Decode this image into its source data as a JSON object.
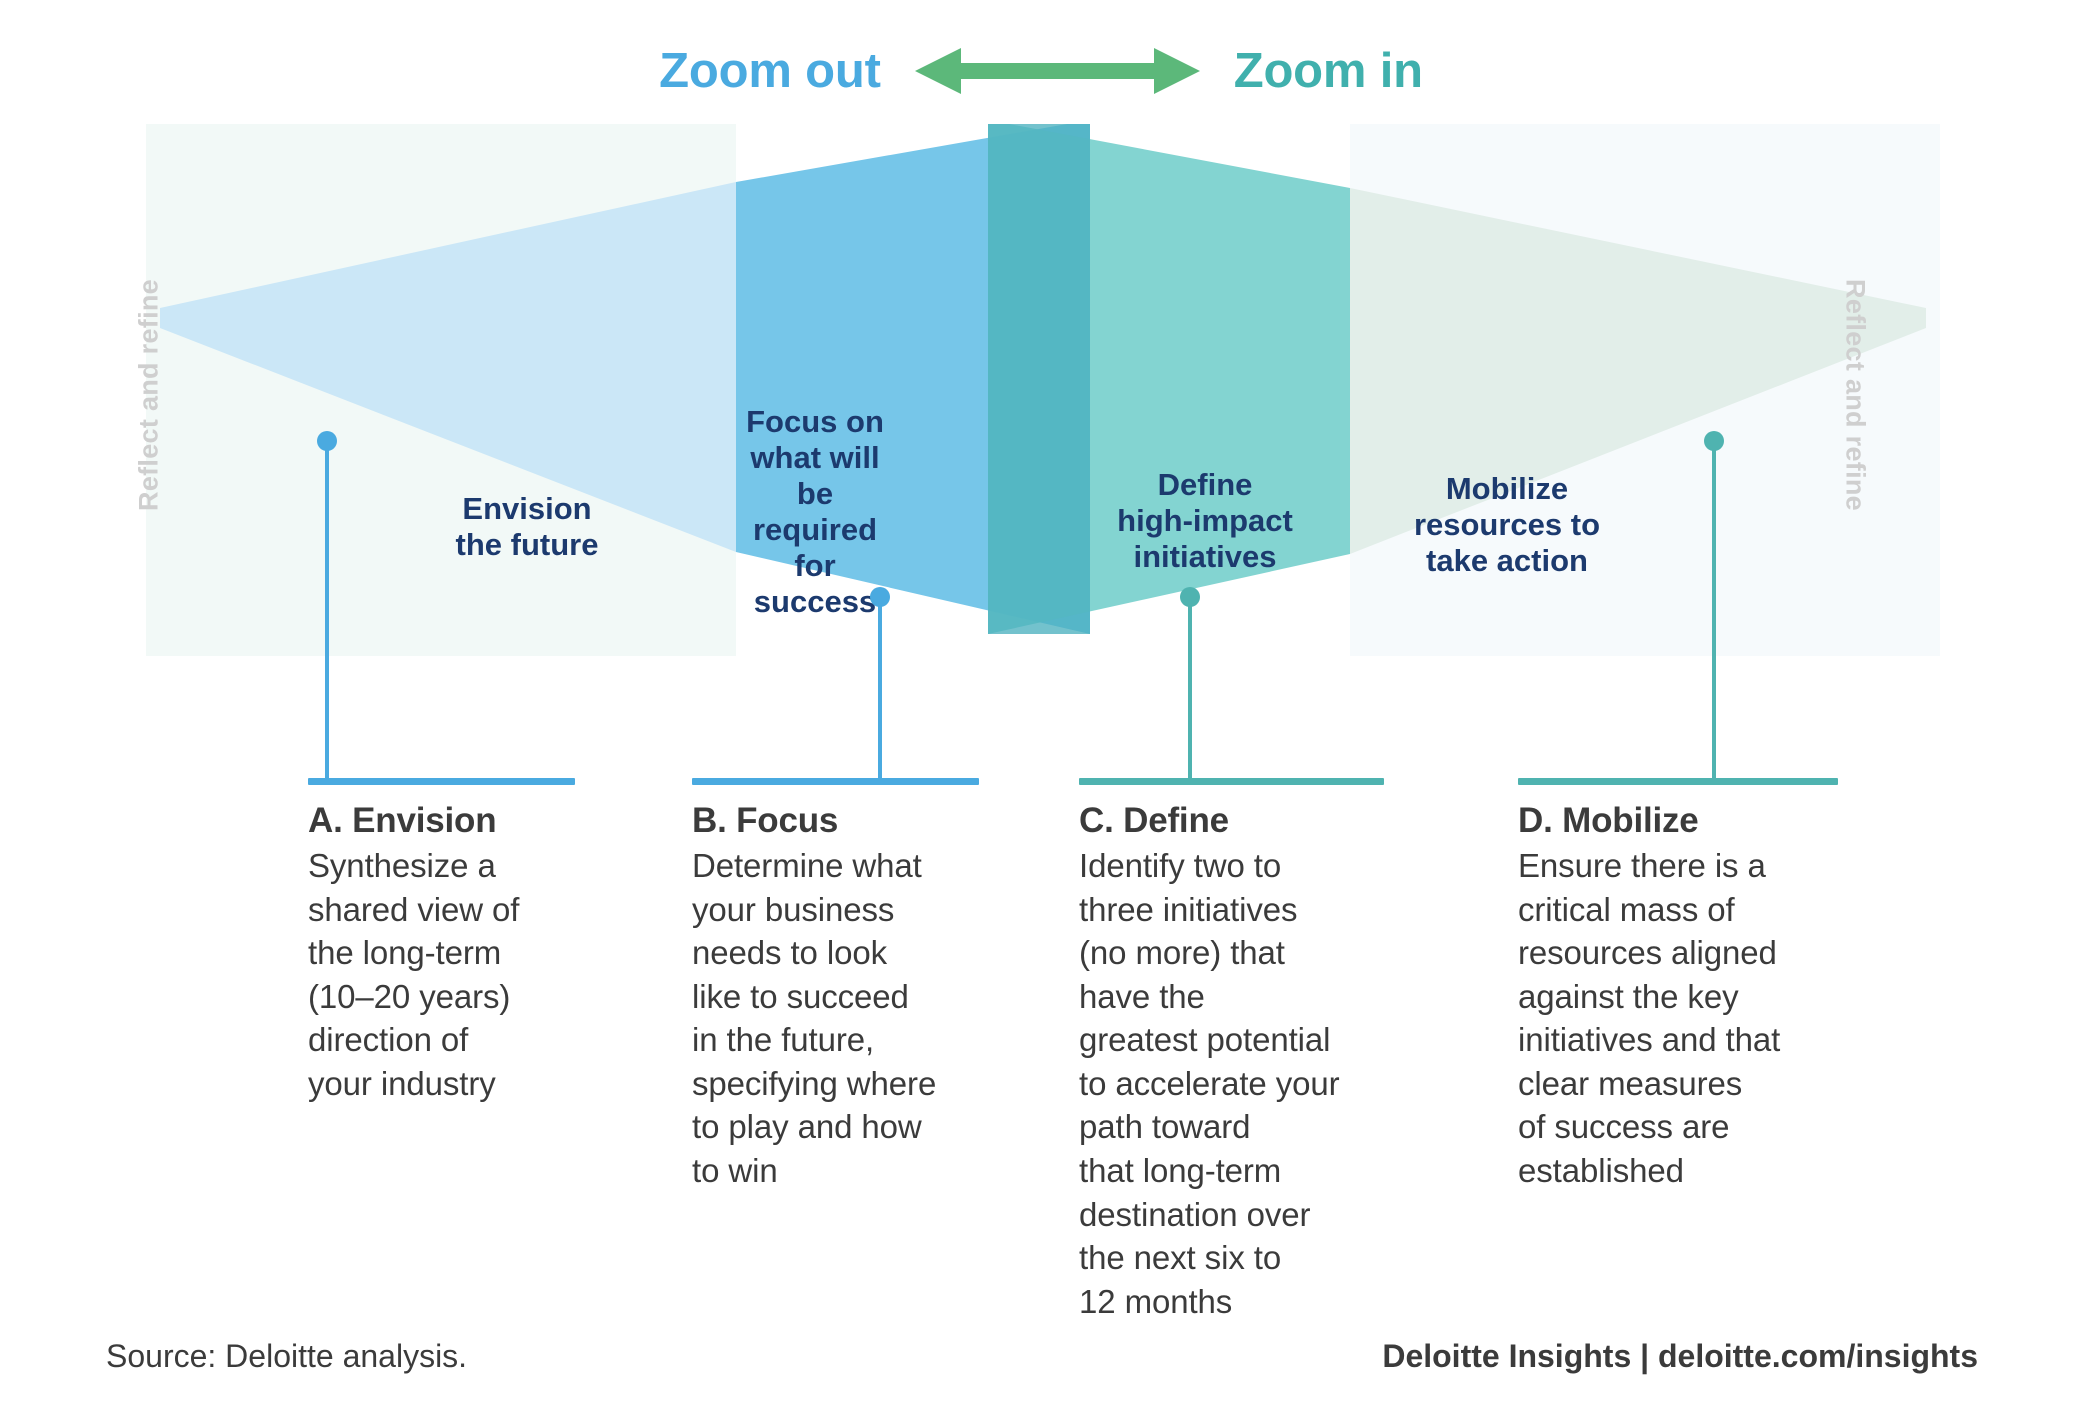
{
  "header": {
    "zoom_out_label": "Zoom out",
    "zoom_in_label": "Zoom in",
    "arrow_icon": "double-headed-horizontal-arrow",
    "zoom_out_color": "#4aaae0",
    "zoom_in_color": "#40b0ad",
    "arrow_color": "#5cb87a"
  },
  "diagram": {
    "reflect_left": "Reflect and refine",
    "reflect_right": "Reflect and refine",
    "reflect_color": "#cfcfcf",
    "bands": [
      {
        "label": "Envision\nthe future",
        "fill": "#cbe7f7",
        "key": "envision"
      },
      {
        "label": "Focus on\nwhat will\nbe\nrequired\nfor\nsuccess",
        "fill": "#76c6e9",
        "key": "focus"
      },
      {
        "label": "Define\nhigh-impact\ninitiatives",
        "fill": "#72cecb",
        "key": "define"
      },
      {
        "label": "Mobilize\nresources to\ntake action",
        "fill": "#e2eee9",
        "key": "mobilize"
      }
    ],
    "band_label_color": "#1c3a6e",
    "overlap_fill": "#4cb1bf"
  },
  "columns": [
    {
      "id": "a",
      "title": "A. Envision",
      "body": "Synthesize a\nshared view of\nthe long-term\n(10–20 years)\ndirection of\nyour industry",
      "accent": "#4aaae0",
      "dot_color": "#4aaae0"
    },
    {
      "id": "b",
      "title": "B. Focus",
      "body": "Determine what\nyour business\nneeds to look\nlike to succeed\nin the future,\nspecifying where\nto play and how\nto win",
      "accent": "#4aaae0",
      "dot_color": "#4aaae0"
    },
    {
      "id": "c",
      "title": "C. Define",
      "body": "Identify two to\nthree initiatives\n(no more) that\nhave the\ngreatest potential\nto accelerate your\npath toward\nthat long-term\ndestination over\nthe next six to\n12 months",
      "accent": "#4fb3b0",
      "dot_color": "#4fb3b0"
    },
    {
      "id": "d",
      "title": "D. Mobilize",
      "body": "Ensure there is a\ncritical mass of\nresources aligned\nagainst the key\ninitiatives and that\nclear measures\nof success are\nestablished",
      "accent": "#4fb3b0",
      "dot_color": "#4fb3b0"
    }
  ],
  "footer": {
    "source": "Source: Deloitte analysis.",
    "brand": "Deloitte Insights | deloitte.com/insights"
  }
}
